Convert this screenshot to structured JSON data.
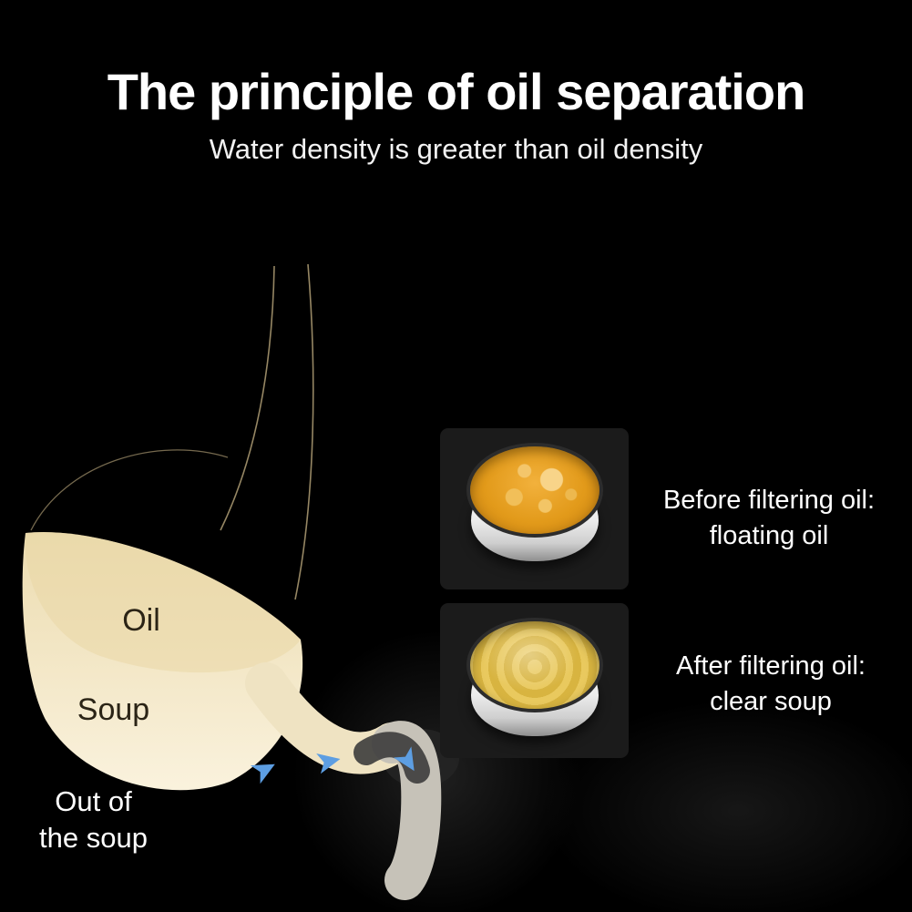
{
  "header": {
    "title": "The principle of oil separation",
    "subtitle": "Water density is greater than oil density"
  },
  "ladle": {
    "oil_label": "Oil",
    "soup_label": "Soup",
    "out_line1": "Out of",
    "out_line2": "the soup"
  },
  "comparison": {
    "before": {
      "line1": "Before filtering oil:",
      "line2": "floating oil"
    },
    "after": {
      "line1": "After filtering oil:",
      "line2": "clear soup"
    }
  },
  "colors": {
    "background": "#000000",
    "liquid_cream": "#f0e3bd",
    "oil_orange": "#e29a1a",
    "soup_yellow": "#d8b440",
    "arrow_blue": "#5d9ee2",
    "card_background": "#1b1b1b",
    "text_white": "#ffffff",
    "text_dark": "#2b2416"
  }
}
